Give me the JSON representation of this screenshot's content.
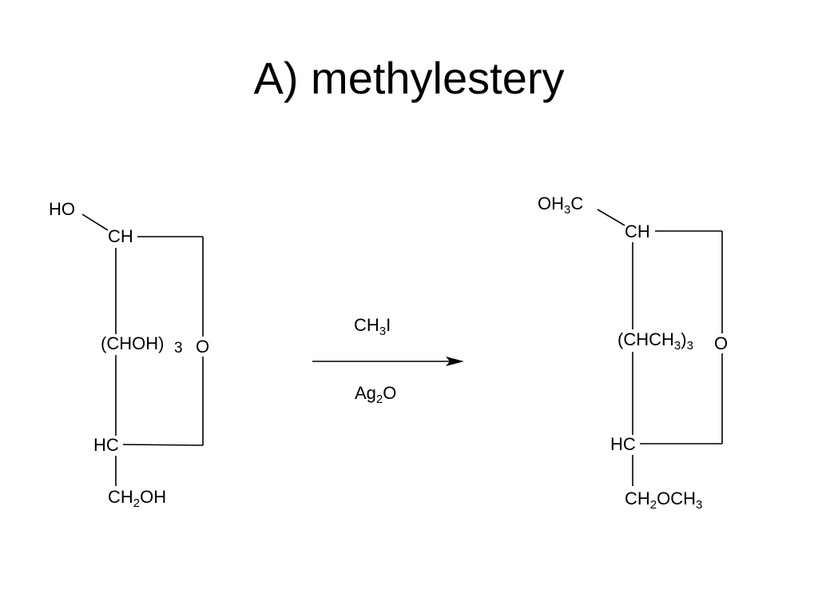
{
  "slide": {
    "title": "A) methylestery"
  },
  "reactant": {
    "top_substituent": "HO",
    "top_carbon": "CH",
    "middle_group": "(CHOH)",
    "middle_multiplier": "3",
    "ring_oxygen": "O",
    "bottom_carbon": "HC",
    "tail_prefix": "CH",
    "tail_sub": "2",
    "tail_suffix": "OH"
  },
  "reagents": {
    "above_prefix": "CH",
    "above_sub": "3",
    "above_suffix": "I",
    "below_prefix": "Ag",
    "below_sub": "2",
    "below_suffix": "O"
  },
  "product": {
    "top_sub_prefix": "OH",
    "top_sub_sub": "3",
    "top_sub_suffix": "C",
    "top_carbon": "CH",
    "middle_prefix": "(CHCH",
    "middle_inner_sub": "3",
    "middle_close": ")",
    "middle_multiplier": "3",
    "ring_oxygen": "O",
    "bottom_carbon": "HC",
    "tail_prefix": "CH",
    "tail_sub1": "2",
    "tail_mid": "OCH",
    "tail_sub2": "3"
  },
  "colors": {
    "ink": "#000000",
    "background": "#ffffff"
  }
}
